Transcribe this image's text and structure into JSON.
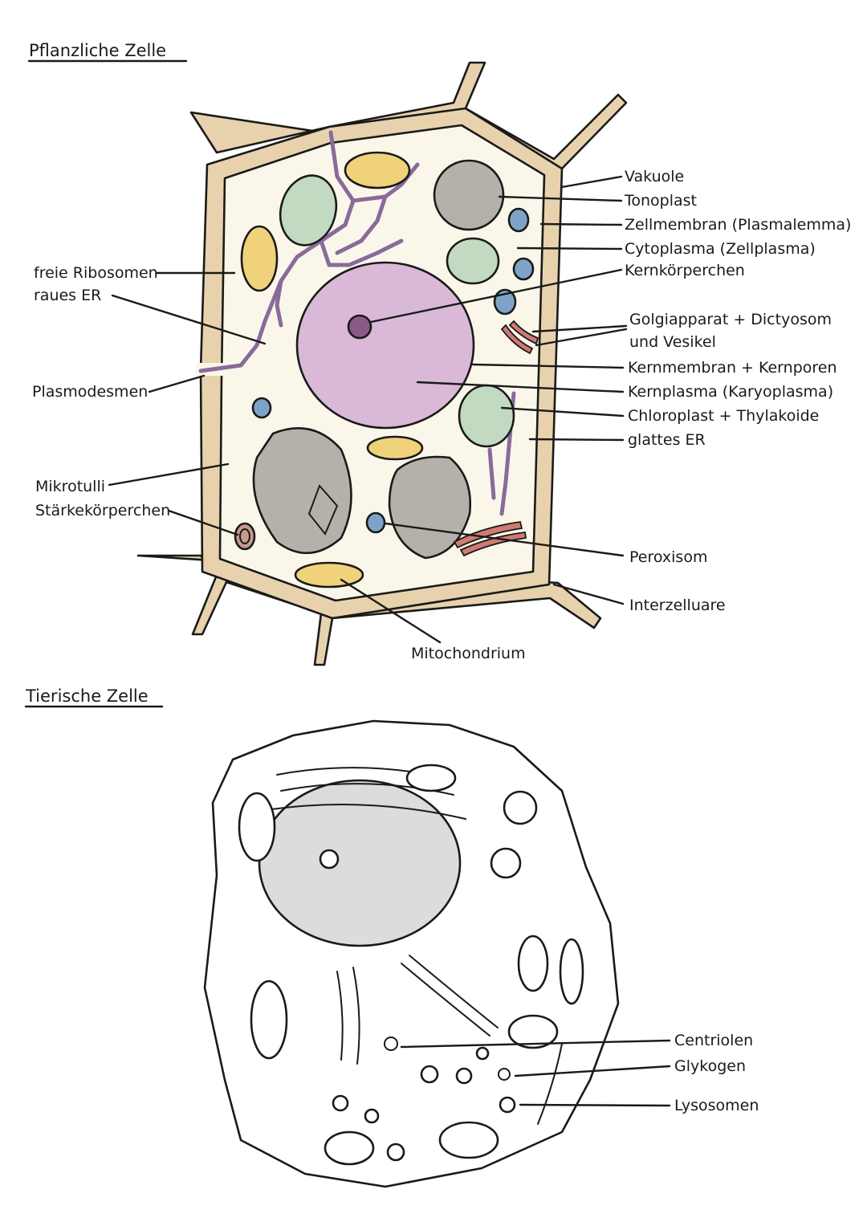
{
  "plant": {
    "title": "Pflanzliche Zelle",
    "labels": {
      "freie_ribosomen": "freie Ribosomen",
      "raues_er": "raues ER",
      "plasmodesmen": "Plasmodesmen",
      "mikrotubuli": "Mikrotulli",
      "staerkekoerperchen": "Stärkekörperchen",
      "vakuole": "Vakuole",
      "tonoplast": "Tonoplast",
      "zellmembran": "Zellmembran (Plasmalemma)",
      "cytoplasma": "Cytoplasma (Zellplasma)",
      "kernkoerperchen": "Kernkörperchen",
      "golgi_1": "Golgiapparat + Dictyosom",
      "golgi_2": "und Vesikel",
      "kernmembran": "Kernmembran + Kernporen",
      "kernplasma": "Kernplasma (Karyoplasma)",
      "chloroplast": "Chloroplast + Thylakoide",
      "glattes_er": "glattes ER",
      "peroxisom": "Peroxisom",
      "interzellulare": "Interzelluare",
      "mitochondrium": "Mitochondrium"
    }
  },
  "animal": {
    "title": "Tierische Zelle",
    "labels": {
      "centriolen": "Centriolen",
      "glykogen": "Glykogen",
      "lysosomen": "Lysosomen"
    }
  },
  "colors": {
    "cell_wall": "#e8d2ad",
    "cytoplasm": "#faf7ea",
    "nucleus": "#d9b8d8",
    "vacuole": "#b5b1aa",
    "chloroplast": "#c2d9c2",
    "mitochondrion": "#f0d27a",
    "peroxisome": "#7fa3c8",
    "golgi": "#d07a74",
    "er": "#8a6a9a",
    "animal_nucleus": "#dcdcdc"
  }
}
